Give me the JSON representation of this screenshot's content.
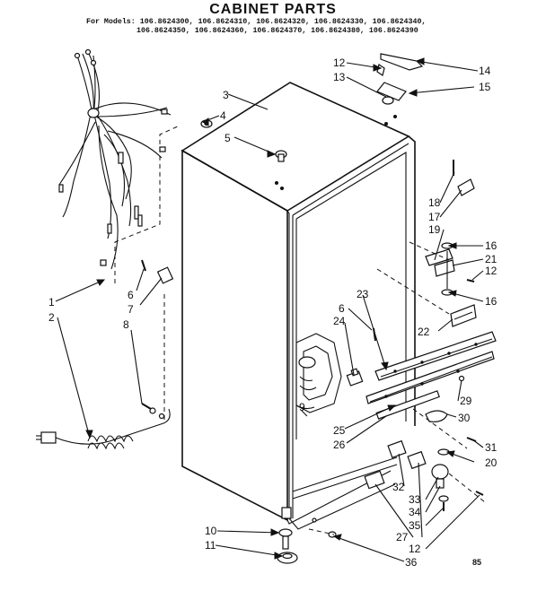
{
  "title": "CABINET PARTS",
  "models_line1": "For Models: 106.8624300, 106.8624310, 106.8624320, 106.8624330, 106.8624340,",
  "models_line2": "106.8624350, 106.8624360, 106.8624370, 106.8624380, 106.8624390",
  "page_code": "85",
  "callouts": [
    "1",
    "2",
    "3",
    "4",
    "5",
    "6",
    "7",
    "8",
    "9",
    "10",
    "11",
    "12",
    "13",
    "14",
    "15",
    "16",
    "17",
    "18",
    "19",
    "20",
    "21",
    "22",
    "23",
    "24",
    "25",
    "26",
    "27",
    "29",
    "30",
    "31",
    "32",
    "33",
    "34",
    "35",
    "36"
  ]
}
